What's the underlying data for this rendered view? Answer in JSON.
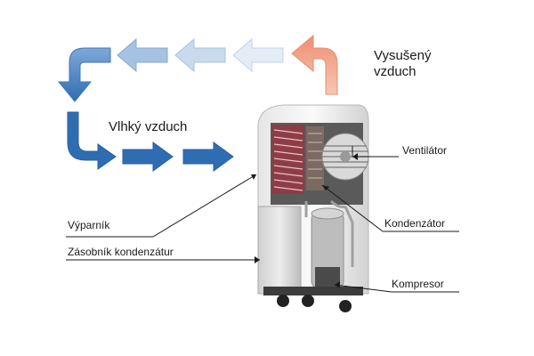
{
  "labels": {
    "dry_air_line1": "Vysušený",
    "dry_air_line2": "vzduch",
    "humid_air": "Vlhký vzduch",
    "fan": "Ventilátor",
    "condenser": "Kondenzátor",
    "evaporator": "Výparník",
    "tank": "Zásobník kondenzátur",
    "compressor": "Kompresor"
  },
  "colors": {
    "blue_dark": "#2f6db3",
    "blue_light": "#dfe9f5",
    "salmon": "#f4a88e"
  }
}
